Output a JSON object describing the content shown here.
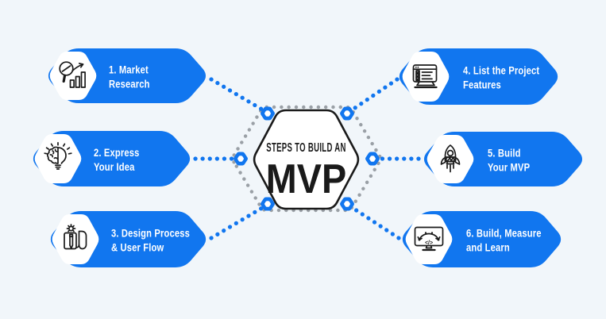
{
  "diagram": {
    "center": {
      "kicker": "STEPS TO BUILD AN",
      "title": "MVP"
    },
    "steps": [
      {
        "label": "1. Market Research",
        "lines": [
          "1. Market",
          "Research"
        ],
        "icon": "market-research-icon"
      },
      {
        "label": "2. Express Your Idea",
        "lines": [
          "2. Express",
          "Your Idea"
        ],
        "icon": "express-idea-icon"
      },
      {
        "label": "3. Design Process & User Flow",
        "lines": [
          "3. Design Process",
          "& User Flow"
        ],
        "icon": "design-process-icon"
      },
      {
        "label": "4. List the Project Features",
        "lines": [
          "4. List the Project",
          "Features"
        ],
        "icon": "project-features-icon"
      },
      {
        "label": "5. Build Your MVP",
        "lines": [
          "5. Build",
          "Your MVP"
        ],
        "icon": "build-mvp-icon"
      },
      {
        "label": "6. Build, Measure and Learn",
        "lines": [
          "6. Build, Measure",
          "and Learn"
        ],
        "icon": "build-measure-learn-icon"
      }
    ],
    "code_glyph": "</>",
    "colors": {
      "primary_blue": "#1176ef",
      "background": "#f1f6fa",
      "ink": "#1a1a1a",
      "dot_gray": "#9aa0a6",
      "white": "#ffffff"
    }
  }
}
